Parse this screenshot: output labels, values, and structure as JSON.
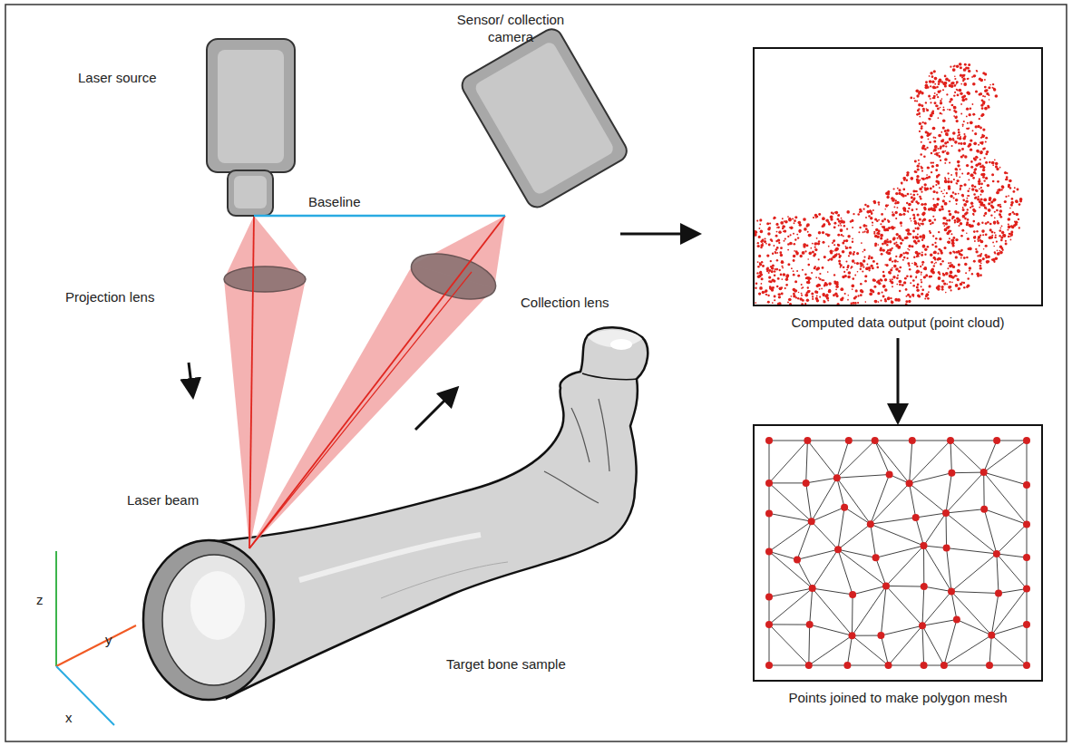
{
  "diagram": {
    "nodes": [
      {
        "text": [
          "Computed data output (point cloud)"
        ]
      },
      {
        "text": [
          "Points joined to make polygon mesh"
        ]
      }
    ],
    "edges": [
      {
        "from": 0,
        "to": 1,
        "arrow": "to"
      }
    ],
    "labels": [
      "Laser source",
      "Sensor/ collection camera",
      "Baseline",
      "Projection lens",
      "Collection lens",
      "Laser beam",
      "Target bone sample",
      "z",
      "y",
      "x"
    ]
  }
}
